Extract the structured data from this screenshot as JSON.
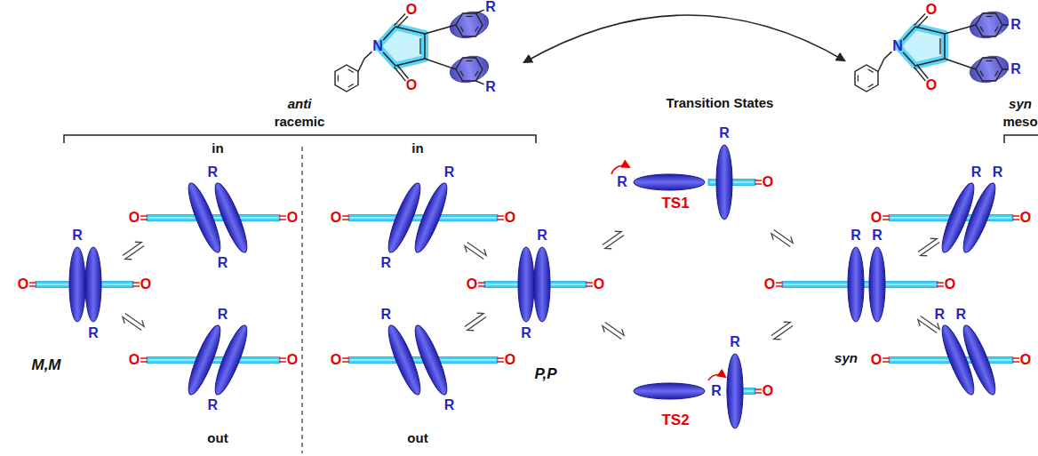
{
  "diagram": {
    "labels": [
      "anti",
      "racemic",
      "Transition States",
      "syn",
      "meso",
      "O",
      "N",
      "O",
      "R",
      "R",
      "O",
      "N",
      "O",
      "R",
      "R",
      "in",
      "in",
      "out",
      "out",
      "M,M",
      "P,P",
      "TS1",
      "TS2",
      "syn",
      "O",
      "O",
      "R",
      "R",
      "O",
      "O",
      "R",
      "R",
      "O",
      "O",
      "R",
      "R",
      "O",
      "O",
      "R",
      "R",
      "O",
      "O",
      "R",
      "R",
      "O",
      "O",
      "R",
      "R",
      "O",
      "R",
      "R",
      "O",
      "R",
      "R",
      "O",
      "O",
      "R",
      "R",
      "O",
      "O",
      "R",
      "R",
      "O",
      "O",
      "R",
      "R"
    ]
  }
}
